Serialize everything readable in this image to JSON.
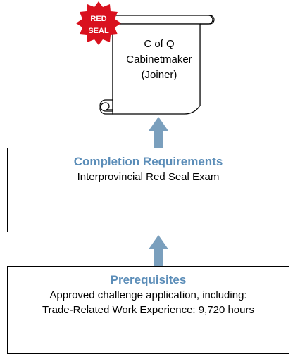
{
  "certificate": {
    "seal_line1": "RED",
    "seal_line2": "SEAL",
    "line1": "C of Q",
    "line2": "Cabinetmaker",
    "line3": "(Joiner)"
  },
  "completion": {
    "title": "Completion Requirements",
    "text": "Interprovincial Red Seal Exam"
  },
  "prerequisites": {
    "title": "Prerequisites",
    "line1": "Approved challenge application, including:",
    "line2": "Trade-Related Work Experience: 9,720 hours"
  },
  "colors": {
    "arrow": "#7a9fbd",
    "seal": "#d9111e",
    "title": "#5b8db8"
  }
}
